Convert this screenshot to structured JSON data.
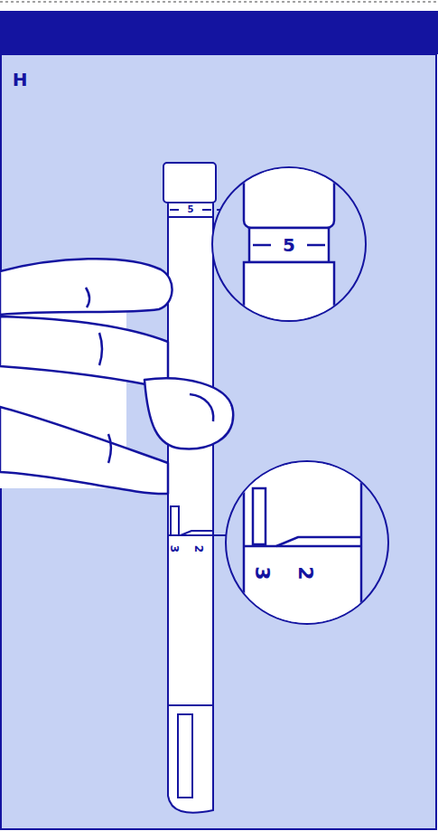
{
  "diagram": {
    "labels": [
      "H",
      "5",
      "5",
      "3",
      "2",
      "3",
      "2"
    ]
  }
}
